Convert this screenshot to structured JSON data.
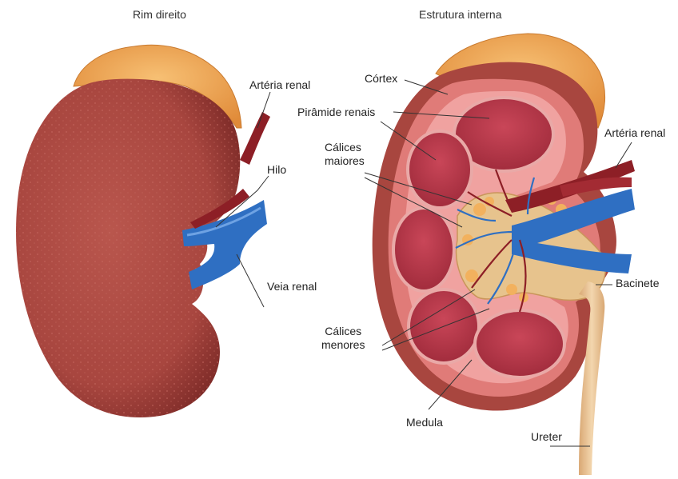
{
  "titles": {
    "left": "Rim direito",
    "right": "Estrutura interna"
  },
  "labels": {
    "arteria_renal_left": "Artéria renal",
    "hilo": "Hilo",
    "veia_renal": "Veia renal",
    "cortex": "Córtex",
    "piramide_renais": "Pirâmide renais",
    "calices_maiores": "Cálices\nmaiores",
    "arteria_renal_right": "Artéria renal",
    "bacinete": "Bacinete",
    "calices_menores": "Cálices\nmenores",
    "medula": "Medula",
    "ureter": "Ureter"
  },
  "colors": {
    "kidney_outer": "#a8463f",
    "kidney_dark": "#7c2a27",
    "adrenal": "#f0a552",
    "vein": "#2f6fc2",
    "artery": "#8d1f26",
    "cortex_inner": "#e58a86",
    "pyramid": "#b73647",
    "pelvis": "#e7c38d",
    "ureter": "#e9c79a",
    "leader": "#333333"
  }
}
